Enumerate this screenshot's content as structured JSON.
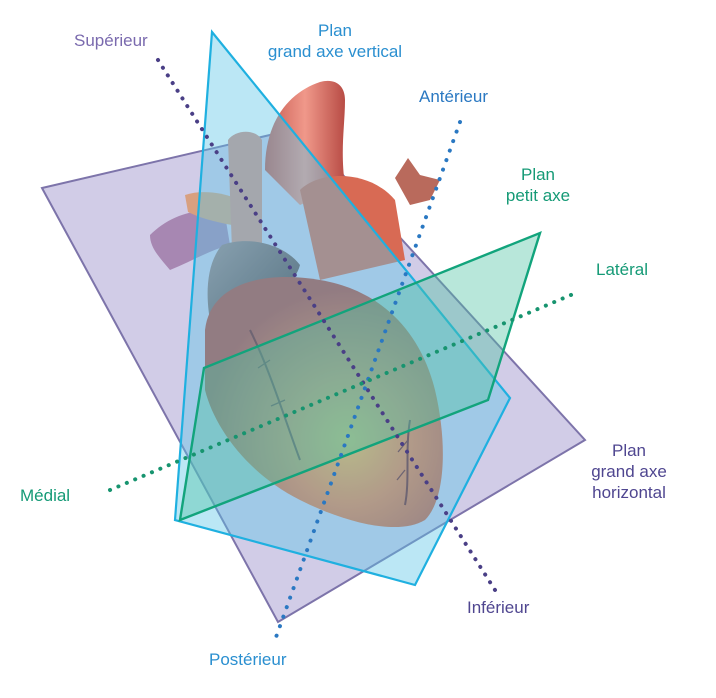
{
  "colors": {
    "horizontal_plane": "#8b82b8",
    "vertical_plane": "#29b6e0",
    "short_axis_plane": "#1fa98a",
    "superior_axis": "#4a3f86",
    "anterior_axis": "#2a78c2",
    "lateral_axis": "#17946f",
    "heart": "#e0633f"
  },
  "labels": {
    "superieur": "Supérieur",
    "plan_vertical_line1": "Plan",
    "plan_vertical_line2": "grand axe vertical",
    "anterieur": "Antérieur",
    "plan_petit_line1": "Plan",
    "plan_petit_line2": "petit axe",
    "lateral": "Latéral",
    "medial": "Médial",
    "plan_horizontal_line1": "Plan",
    "plan_horizontal_line2": "grand axe",
    "plan_horizontal_line3": "horizontal",
    "inferieur": "Inférieur",
    "posterieur": "Postérieur"
  }
}
